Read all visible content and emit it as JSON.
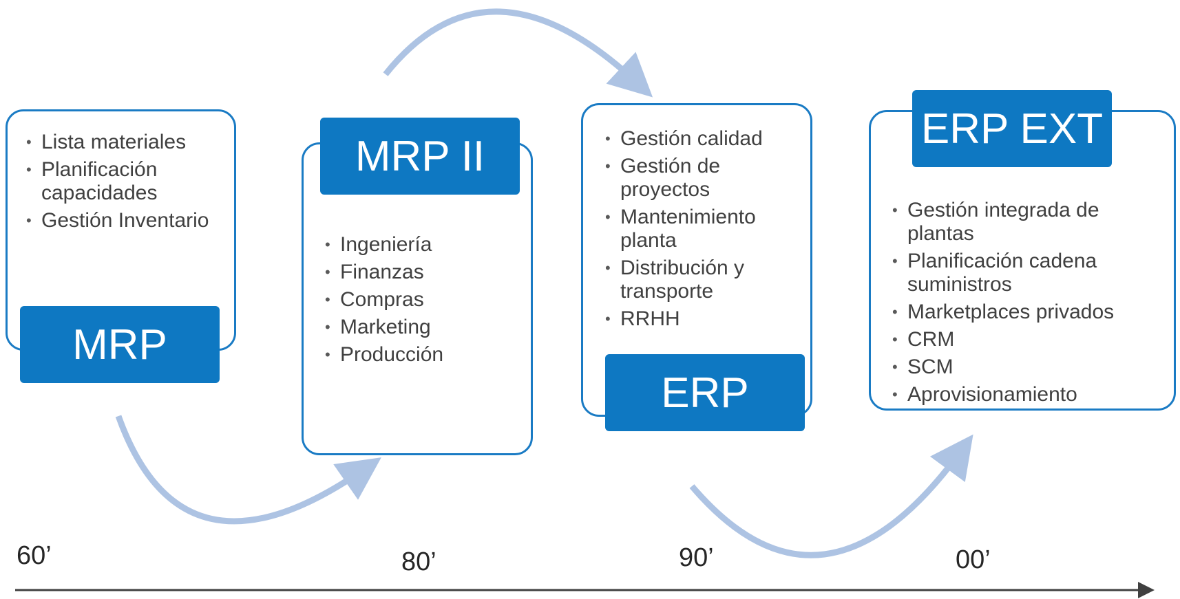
{
  "stages": [
    {
      "name": "MRP",
      "items": [
        "Lista materiales",
        "Planificación capacidades",
        "Gestión Inventario"
      ]
    },
    {
      "name": "MRP II",
      "items": [
        "Ingeniería",
        "Finanzas",
        "Compras",
        "Marketing",
        "Producción"
      ]
    },
    {
      "name": "ERP",
      "items": [
        "Gestión calidad",
        "Gestión de proyectos",
        "Mantenimiento planta",
        "Distribución y transporte",
        "RRHH"
      ]
    },
    {
      "name": "ERP EXT",
      "items": [
        "Gestión integrada de plantas",
        "Planificación cadena suministros",
        "Marketplaces privados",
        "CRM",
        "SCM",
        "Aprovisionamiento"
      ]
    }
  ],
  "timeline": [
    "60’",
    "80’",
    "90’",
    "00’"
  ],
  "colors": {
    "box_border": "#1a7bc4",
    "tag_fill": "#0e78c2",
    "arrow": "#adc3e3",
    "axis": "#404040"
  }
}
